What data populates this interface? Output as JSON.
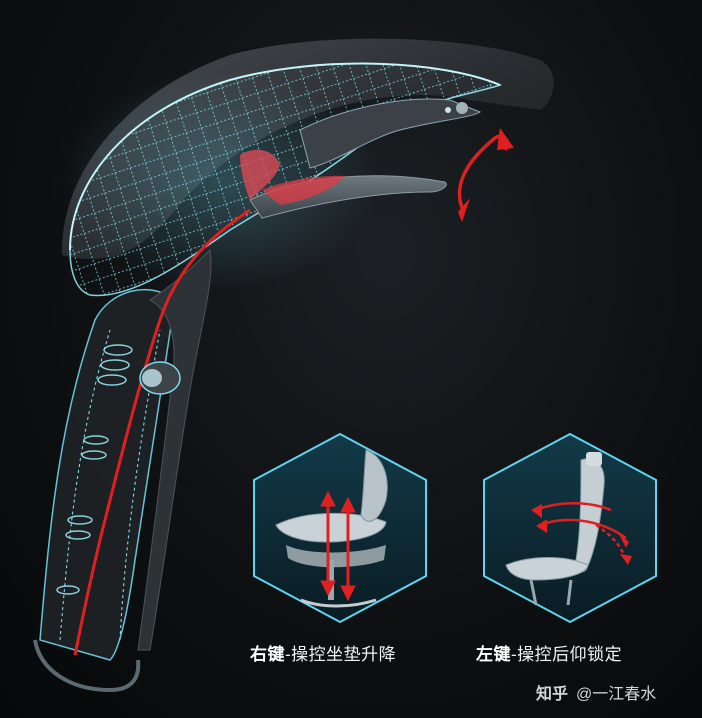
{
  "captions": {
    "left_key": "右键",
    "left_action": "-操控坐垫升降",
    "right_key": "左键",
    "right_action": "-操控后仰锁定"
  },
  "watermark": {
    "logo": "知乎",
    "user": "@一江春水"
  },
  "colors": {
    "background": "#0d0f11",
    "shell": "#2a2d31",
    "wireframe": "#7fe8ff",
    "arrow_red": "#e02020",
    "hex_border": "#5fd4f0"
  }
}
